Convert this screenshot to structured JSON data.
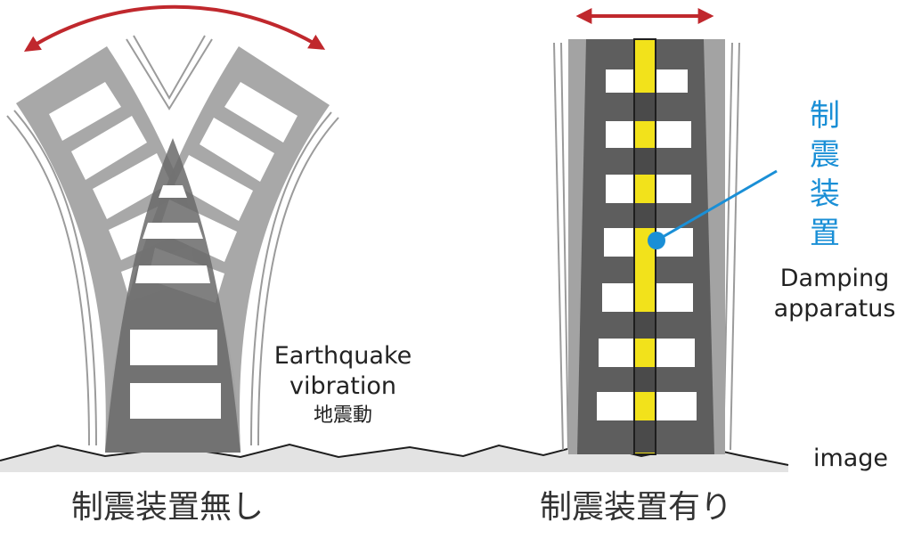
{
  "left": {
    "vibration_label_en_1": "Earthquake",
    "vibration_label_en_2": "vibration",
    "vibration_label_jp": "地震動",
    "caption": "制震装置無し"
  },
  "right": {
    "device_label_jp": [
      "制",
      "震",
      "装",
      "置"
    ],
    "device_label_en_1": "Damping",
    "device_label_en_2": "apparatus",
    "caption": "制震装置有り"
  },
  "image_label": "image",
  "colors": {
    "arrow": "#c0282d",
    "device": "#f2e21b",
    "leader": "#1a8fd6",
    "frame_light": "#9a9a9a",
    "frame_dark": "#5a5a5a",
    "ground": "#e3e3e3"
  }
}
